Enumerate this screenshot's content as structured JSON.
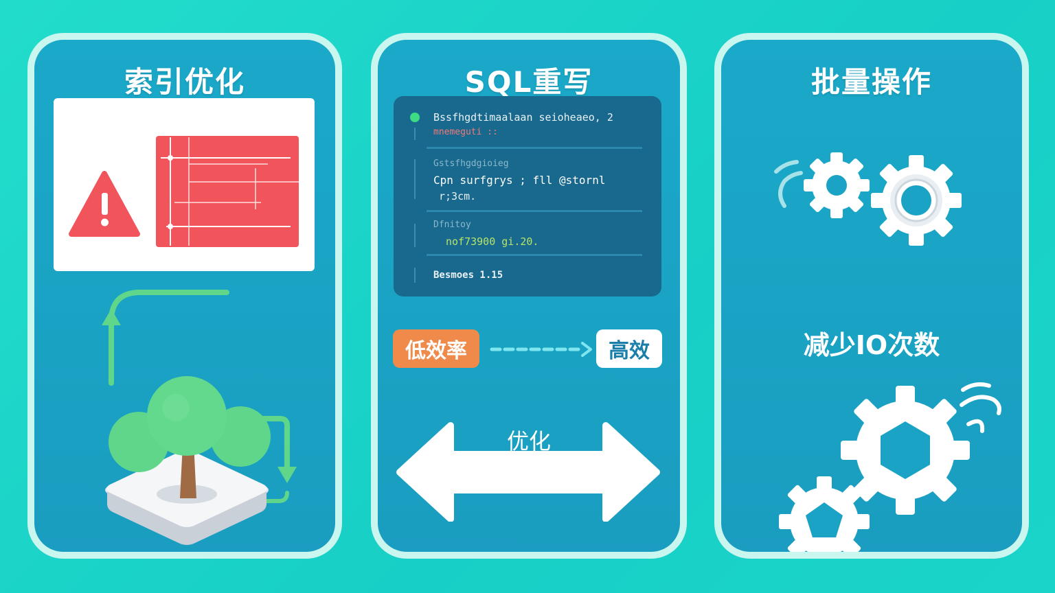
{
  "panels": [
    {
      "title": "索引优化"
    },
    {
      "title": "SQL重写",
      "code": {
        "line1": "Bssfhgdtimaalaan seioheaeo, 2",
        "line2": "mnemeguti ::",
        "line3": "Gstsfhgdgioieg",
        "line4": "Cpn surfgrys ; fll @stornl",
        "line5": "r;3cm.",
        "line6": "Dfnitoy",
        "line7": "nof73900 gi.20.",
        "line8": "Besmoes 1.15"
      },
      "from_label": "低效率",
      "to_label": "高效",
      "arrow_label": "优化"
    },
    {
      "title": "批量操作",
      "caption": "减少IO次数"
    }
  ],
  "colors": {
    "background": "#1fd6c8",
    "panel": "#1aa3c4",
    "border": "#c9f6ef",
    "warning_red": "#f2545b",
    "tree_green": "#5fd68a",
    "trunk": "#a06a45",
    "orange": "#f08a4b",
    "code_bg": "#18698d"
  }
}
